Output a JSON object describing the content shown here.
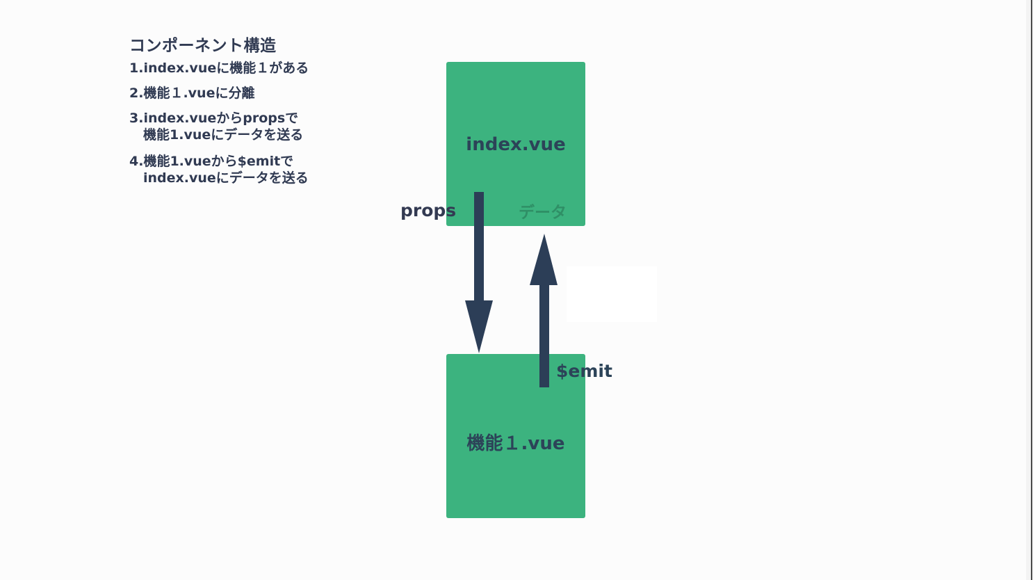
{
  "slide": {
    "title": "コンポーネント構造",
    "steps": [
      {
        "line1": "1.index.vueに機能１がある",
        "line2": ""
      },
      {
        "line1": "2.機能１.vueに分離",
        "line2": ""
      },
      {
        "line1": "3.index.vueからpropsで",
        "line2": "機能1.vueにデータを送る"
      },
      {
        "line1": "4.機能1.vueから$emitで",
        "line2": "index.vueにデータを送る"
      }
    ]
  },
  "diagram": {
    "parent_component": "index.vue",
    "child_component": "機能１.vue",
    "down_arrow_label": "props",
    "up_arrow_label": "$emit",
    "data_label": "データ",
    "colors": {
      "box_fill": "#3cb37f",
      "arrow_fill": "#2c3e57",
      "text_dark": "#303a52",
      "data_text": "#2f8f66"
    }
  }
}
